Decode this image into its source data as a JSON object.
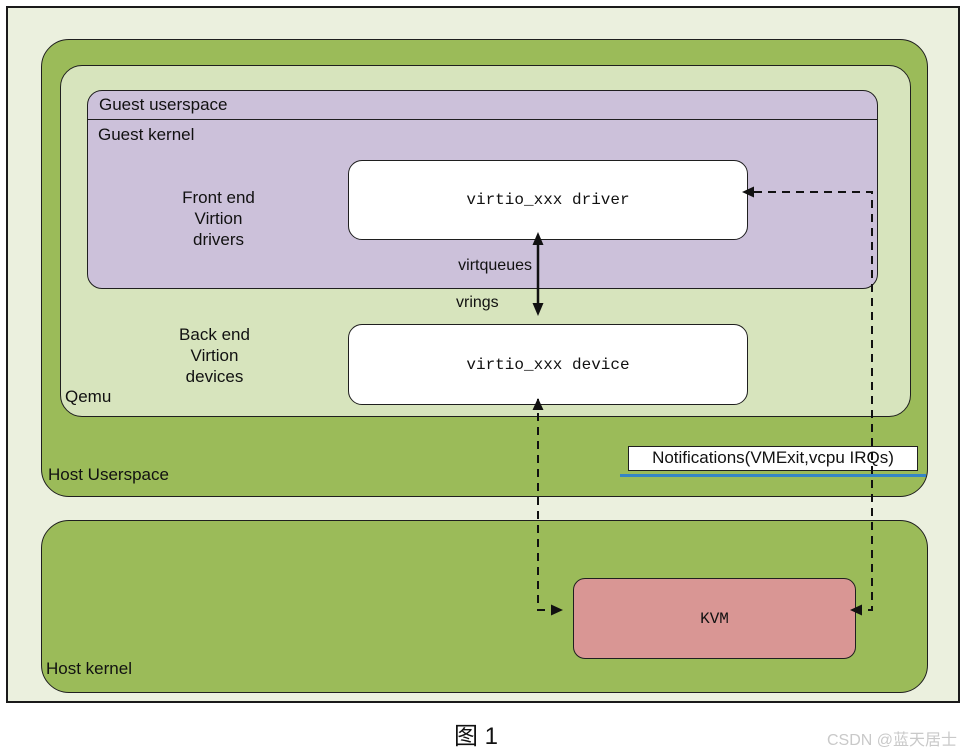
{
  "diagram": {
    "host_userspace": {
      "label": "Host Userspace"
    },
    "host_kernel": {
      "label": "Host kernel"
    },
    "qemu": {
      "label": "Qemu"
    },
    "guest_userspace": {
      "label": "Guest userspace"
    },
    "guest_kernel": {
      "label": "Guest kernel"
    },
    "front_end": {
      "label": "Front end\nVirtion\ndrivers"
    },
    "back_end": {
      "label": "Back end\nVirtion\ndevices"
    },
    "virtio_driver": {
      "label": "virtio_xxx driver"
    },
    "virtio_device": {
      "label": "virtio_xxx device"
    },
    "kvm": {
      "label": "KVM"
    },
    "virtqueues_label": "virtqueues",
    "vrings_label": "vrings",
    "notifications_label": "Notifications(VMExit,vcpu IRQs)",
    "colors": {
      "host_green": "#9bbb59",
      "qemu_green": "#d7e4bd",
      "guest_purple": "#ccc1da",
      "kvm_pink": "#d99694",
      "frame_background": "#ebf0de",
      "notification_underline": "#3585c5"
    }
  },
  "caption": "图 1",
  "watermark": "CSDN @蓝天居士"
}
